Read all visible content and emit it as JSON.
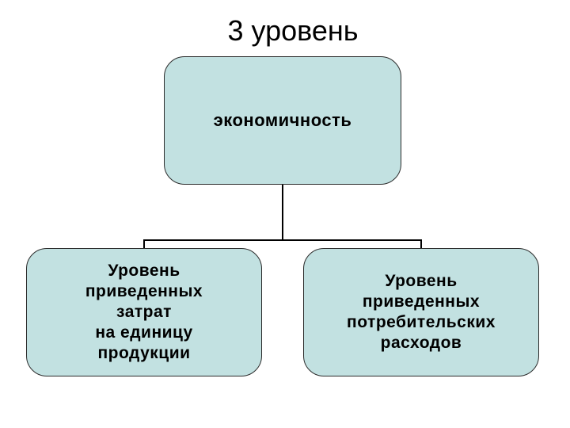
{
  "title": "3 уровень",
  "colors": {
    "node_fill": "#c2e1e1",
    "node_border": "#2b2b2b",
    "connector": "#000000",
    "background": "#ffffff"
  },
  "nodes": {
    "top": {
      "label": "экономичность"
    },
    "left": {
      "label": "Уровень\nприведенных\nзатрат\nна единицу\nпродукции"
    },
    "right": {
      "label": "Уровень\nприведенных\nпотребительских\nрасходов"
    }
  }
}
